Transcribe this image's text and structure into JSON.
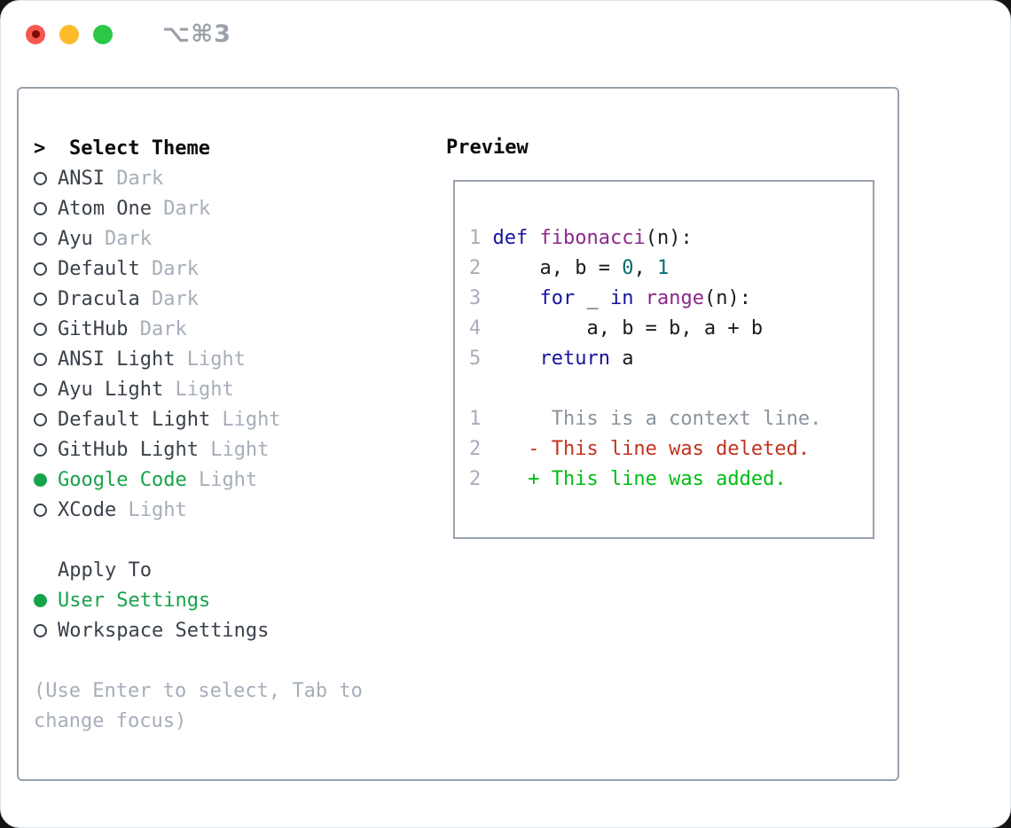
{
  "window": {
    "title": "⌥⌘3"
  },
  "colors": {
    "accent_green": "#16a34a",
    "charcoal": "#3a414b",
    "muted": "#a6aeba",
    "help": "#a6aeba",
    "border": "#98a2ad",
    "pln": "#1b1b1b",
    "kwd": "#14149e",
    "typ": "#8c288c",
    "lit": "#0a6b6b",
    "lnum": "#a6aeba",
    "ctx": "#8a939c",
    "del": "#c3321e",
    "add": "#00bd13",
    "titlebar_text": "#9aa1a8",
    "traffic_red": "#f6574e",
    "traffic_red_dot": "#7a0d06",
    "traffic_yellow": "#fcbb2d",
    "traffic_green": "#2bc848"
  },
  "theme_panel": {
    "header": {
      "marker": ">",
      "label": "Select Theme"
    },
    "items": [
      {
        "name": "ANSI",
        "variant": "Dark",
        "selected": false
      },
      {
        "name": "Atom One",
        "variant": "Dark",
        "selected": false
      },
      {
        "name": "Ayu",
        "variant": "Dark",
        "selected": false
      },
      {
        "name": "Default",
        "variant": "Dark",
        "selected": false
      },
      {
        "name": "Dracula",
        "variant": "Dark",
        "selected": false
      },
      {
        "name": "GitHub",
        "variant": "Dark",
        "selected": false
      },
      {
        "name": "ANSI Light",
        "variant": "Light",
        "selected": false
      },
      {
        "name": "Ayu Light",
        "variant": "Light",
        "selected": false
      },
      {
        "name": "Default Light",
        "variant": "Light",
        "selected": false
      },
      {
        "name": "GitHub Light",
        "variant": "Light",
        "selected": false
      },
      {
        "name": "Google Code",
        "variant": "Light",
        "selected": true
      },
      {
        "name": "XCode",
        "variant": "Light",
        "selected": false
      }
    ],
    "apply_to": {
      "label": "Apply To",
      "options": [
        {
          "name": "User Settings",
          "selected": true
        },
        {
          "name": "Workspace Settings",
          "selected": false
        }
      ]
    },
    "help_lines": [
      "(Use Enter to select, Tab to",
      "change focus)"
    ]
  },
  "preview": {
    "label": "Preview",
    "code_lines": [
      {
        "segments": [
          [
            "lnum",
            "1"
          ],
          [
            "pln",
            " "
          ],
          [
            "kwd",
            "def"
          ],
          [
            "pln",
            " "
          ],
          [
            "typ",
            "fibonacci"
          ],
          [
            "pln",
            "(n):"
          ]
        ]
      },
      {
        "segments": [
          [
            "lnum",
            "2"
          ],
          [
            "pln",
            "     a, b = "
          ],
          [
            "lit",
            "0"
          ],
          [
            "pln",
            ", "
          ],
          [
            "lit",
            "1"
          ]
        ]
      },
      {
        "segments": [
          [
            "lnum",
            "3"
          ],
          [
            "pln",
            "     "
          ],
          [
            "kwd",
            "for"
          ],
          [
            "pln",
            " _ "
          ],
          [
            "kwd",
            "in"
          ],
          [
            "pln",
            " "
          ],
          [
            "typ",
            "range"
          ],
          [
            "pln",
            "(n):"
          ]
        ]
      },
      {
        "segments": [
          [
            "lnum",
            "4"
          ],
          [
            "pln",
            "         a, b = b, a + b"
          ]
        ]
      },
      {
        "segments": [
          [
            "lnum",
            "5"
          ],
          [
            "pln",
            "     "
          ],
          [
            "kwd",
            "return"
          ],
          [
            "pln",
            " a"
          ]
        ]
      },
      {
        "segments": []
      },
      {
        "segments": [
          [
            "lnum",
            "1"
          ],
          [
            "ctx",
            "      This is a context line."
          ]
        ]
      },
      {
        "segments": [
          [
            "lnum",
            "2"
          ],
          [
            "del",
            "    - This line was deleted."
          ]
        ]
      },
      {
        "segments": [
          [
            "lnum",
            "2"
          ],
          [
            "add",
            "    + This line was added."
          ]
        ]
      }
    ]
  }
}
